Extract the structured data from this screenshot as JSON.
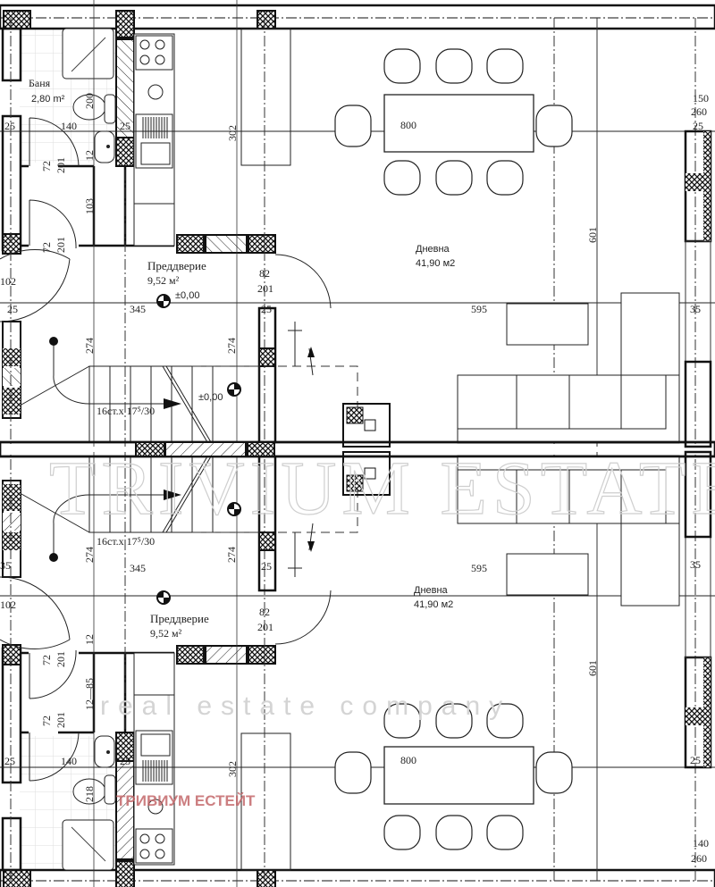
{
  "top_unit": {
    "bathroom": {
      "name": "Баня",
      "area": "2,80 m²"
    },
    "entrance": {
      "name": "Преддверие",
      "area": "9,52 м²",
      "level": "±0,00"
    },
    "living": {
      "name": "Дневна",
      "area": "41,90 м2"
    },
    "stair": {
      "label": "16ст.х 17⁵/30",
      "level": "±0,00"
    },
    "dims": {
      "wall_25": "25",
      "bath_200": "200",
      "bath_140": "140",
      "d_12": "12",
      "door_72": "72",
      "door_201": "201",
      "closet_103": "103",
      "kitchen_302": "302",
      "table_800": "800",
      "living_601": "601",
      "win_150": "150",
      "win_260": "260",
      "door_82": "82",
      "door_102": "102",
      "w_345": "345",
      "w_595": "595",
      "h_274": "274",
      "w_35": "35"
    }
  },
  "bottom_unit": {
    "bathroom": {
      "area_dim": "218"
    },
    "entrance": {
      "name": "Преддверие",
      "area": "9,52 м²"
    },
    "living": {
      "name": "Дневна",
      "area": "41,90 м2"
    },
    "stair": {
      "label": "16ст.х 17⁵/30"
    },
    "dims": {
      "wall_25": "25",
      "bath_140": "140",
      "d_12": "12",
      "closet_85": "12—85",
      "door_72": "72",
      "door_201": "201",
      "kitchen_302": "302",
      "table_800": "800",
      "living_601": "601",
      "win_140": "140",
      "win_260": "260",
      "door_82": "82",
      "door_102": "102",
      "w_345": "345",
      "w_595": "595",
      "h_274": "274",
      "w_35": "35"
    }
  },
  "watermark": {
    "brand": "TRIVIUM ESTATE",
    "tagline": "real estate company",
    "red_label": "ТРИВИУМ ЕСТЕЙТ"
  },
  "colors": {
    "line": "#1a1a1a",
    "watermark": "#cfcfcf",
    "red_label": "#c4686b"
  }
}
